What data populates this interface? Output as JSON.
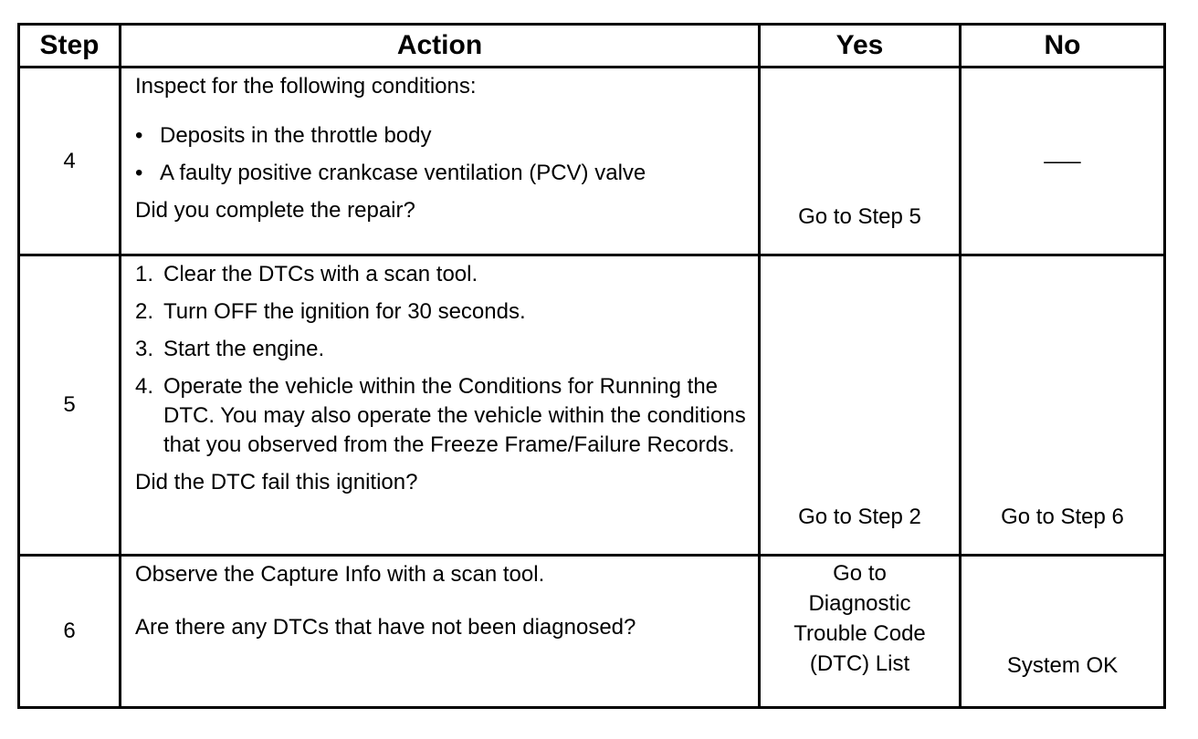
{
  "headers": {
    "step": "Step",
    "action": "Action",
    "yes": "Yes",
    "no": "No"
  },
  "rows": [
    {
      "step": "4",
      "intro": "Inspect for the following conditions:",
      "bullet_char": "•",
      "bullets": [
        "Deposits in the throttle body",
        "A faulty positive crankcase ventilation (PCV) valve"
      ],
      "question": "Did you complete the repair?",
      "yes": "Go to Step 5",
      "no": "___"
    },
    {
      "step": "5",
      "steps": [
        {
          "n": "1.",
          "text": "Clear the DTCs with a scan tool."
        },
        {
          "n": "2.",
          "text": "Turn OFF the ignition for 30 seconds."
        },
        {
          "n": "3.",
          "text": "Start the engine."
        },
        {
          "n": "4.",
          "text": "Operate the vehicle within the Conditions for Running the DTC. You may also operate the vehicle within the conditions that you observed from the Freeze Frame/Failure Records."
        }
      ],
      "question": "Did the DTC fail this ignition?",
      "yes": "Go to Step 2",
      "no": "Go to Step 6"
    },
    {
      "step": "6",
      "intro": "Observe the Capture Info with a scan tool.",
      "question": "Are there any DTCs that have not been diagnosed?",
      "yes_lines": [
        "Go to",
        "Diagnostic",
        "Trouble Code",
        "(DTC) List"
      ],
      "no": "System OK"
    }
  ]
}
